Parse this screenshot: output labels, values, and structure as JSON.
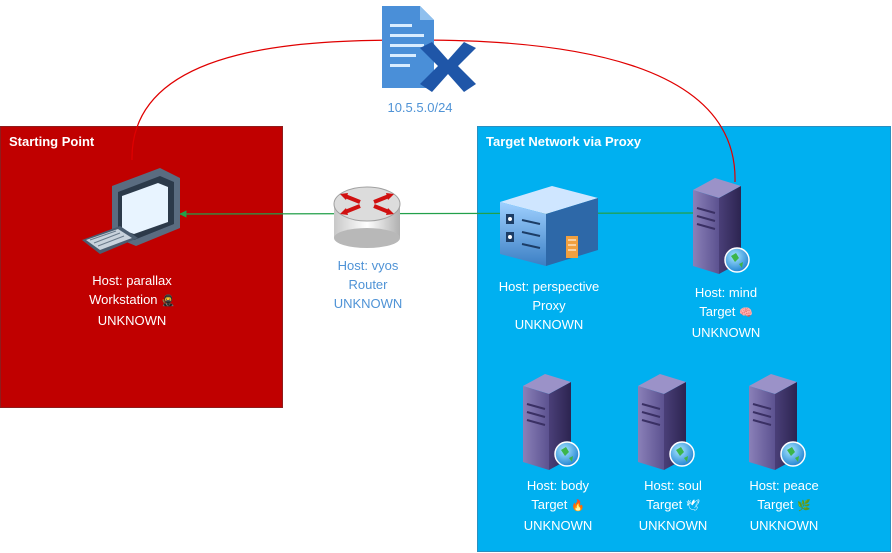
{
  "network": {
    "subnet_label": "10.5.5.0/24",
    "link_color": "#e00000",
    "route_color": "#22a04a"
  },
  "zones": {
    "starting_point": {
      "title": "Starting Point",
      "color": "#c00000"
    },
    "target_network": {
      "title": "Target Network via Proxy",
      "color": "#00b0f0"
    }
  },
  "hosts": {
    "parallax": {
      "host": "Host: parallax",
      "role": "Workstation",
      "emoji": "🥷",
      "status": "UNKNOWN",
      "icon": "workstation-icon"
    },
    "vyos": {
      "host": "Host: vyos",
      "role": "Router",
      "status": "UNKNOWN",
      "icon": "router-icon"
    },
    "perspective": {
      "host": "Host: perspective",
      "role": "Proxy",
      "status": "UNKNOWN",
      "icon": "proxy-server-icon"
    },
    "mind": {
      "host": "Host: mind",
      "role": "Target",
      "emoji": "🧠",
      "status": "UNKNOWN",
      "icon": "server-icon"
    },
    "body": {
      "host": "Host: body",
      "role": "Target",
      "emoji": "🔥",
      "status": "UNKNOWN",
      "icon": "server-icon"
    },
    "soul": {
      "host": "Host: soul",
      "role": "Target",
      "emoji": "🕊",
      "status": "UNKNOWN",
      "icon": "server-icon"
    },
    "peace": {
      "host": "Host: peace",
      "role": "Target",
      "emoji": "🌿",
      "status": "UNKNOWN",
      "icon": "server-icon"
    }
  }
}
